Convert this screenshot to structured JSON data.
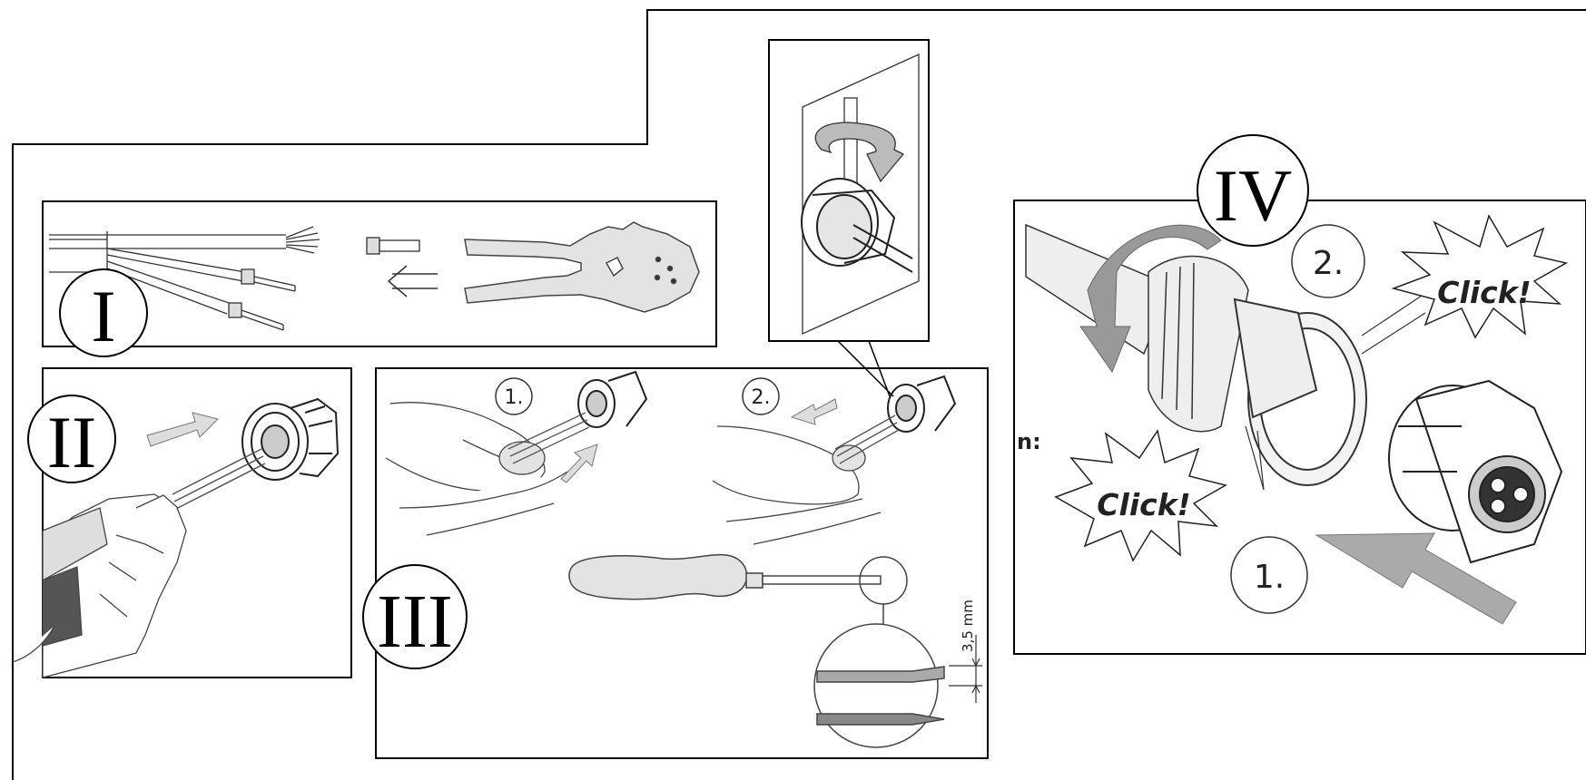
{
  "steps": {
    "i": {
      "label": "I"
    },
    "ii": {
      "label": "II"
    },
    "iii": {
      "label": "III",
      "substep_1": "1.",
      "substep_2": "2.",
      "dimension": "3,5 mm"
    },
    "iv": {
      "label": "IV",
      "substep_1": "1.",
      "substep_2": "2.",
      "click_upper": "Click!",
      "click_lower": "Click!",
      "cropped_text": "n:"
    }
  }
}
